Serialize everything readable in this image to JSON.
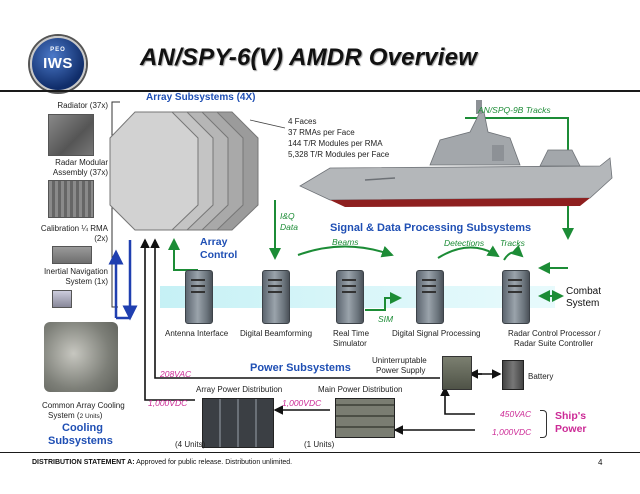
{
  "header": {
    "logo_top": "PEO",
    "logo_main": "IWS",
    "title": "AN/SPY-6(V) AMDR Overview"
  },
  "colors": {
    "blue_label": "#1f4fb4",
    "green_flow": "#1c8c36",
    "magenta_power": "#cc2a96",
    "dark_arrow": "#111111"
  },
  "left_column": {
    "radiator": "Radiator (37x)",
    "radar_modular_1": "Radar Modular",
    "radar_modular_2": "Assembly (37x)",
    "calibration_1": "Calibration ¼ RMA",
    "calibration_2": "(2x)",
    "ins_1": "Inertial Navigation",
    "ins_2": "System (1x)"
  },
  "array": {
    "heading": "Array Subsystems (4X)",
    "spec_1": "4 Faces",
    "spec_2": "37 RMAs per Face",
    "spec_3": "144 T/R Modules per RMA",
    "spec_4": "5,328 T/R Modules per Face",
    "control_1": "Array",
    "control_2": "Control"
  },
  "flows": {
    "spq9b": "AN/SPQ-9B Tracks",
    "iq_1": "I&Q",
    "iq_2": "Data",
    "beams": "Beams",
    "detections": "Detections",
    "tracks": "Tracks",
    "sim": "SIM"
  },
  "signal": {
    "heading": "Signal & Data Processing Subsystems",
    "antenna_interface": "Antenna Interface",
    "digital_beamforming": "Digital Beamforming",
    "rts_1": "Real Time",
    "rts_2": "Simulator",
    "dsp": "Digital Signal Processing",
    "rcp_1": "Radar Control Processor /",
    "rcp_2": "Radar Suite Controller",
    "combat_1": "Combat",
    "combat_2": "System"
  },
  "power": {
    "heading": "Power Subsystems",
    "vac208": "208VAC",
    "ups_1": "Uninterruptable",
    "ups_2": "Power Supply",
    "battery": "Battery",
    "array_pd": "Array Power Distribution",
    "main_pd": "Main Power Distribution",
    "vdc1000_left": "1,000VDC",
    "vdc1000_mid": "1,000VDC",
    "vac450": "450VAC",
    "vdc1000_ship": "1,000VDC",
    "ships_1": "Ship's",
    "ships_2": "Power",
    "units4": "(4 Units)",
    "units1": "(1 Units)"
  },
  "cooling": {
    "label_1": "Common Array Cooling",
    "label_2a": "System (",
    "label_2b": "2 Units",
    "label_2c": ")",
    "heading_1": "Cooling",
    "heading_2": "Subsystems"
  },
  "footer": {
    "statement_bold": "DISTRIBUTION STATEMENT A:",
    "statement_rest": " Approved for public release. Distribution unlimited.",
    "page": "4"
  }
}
